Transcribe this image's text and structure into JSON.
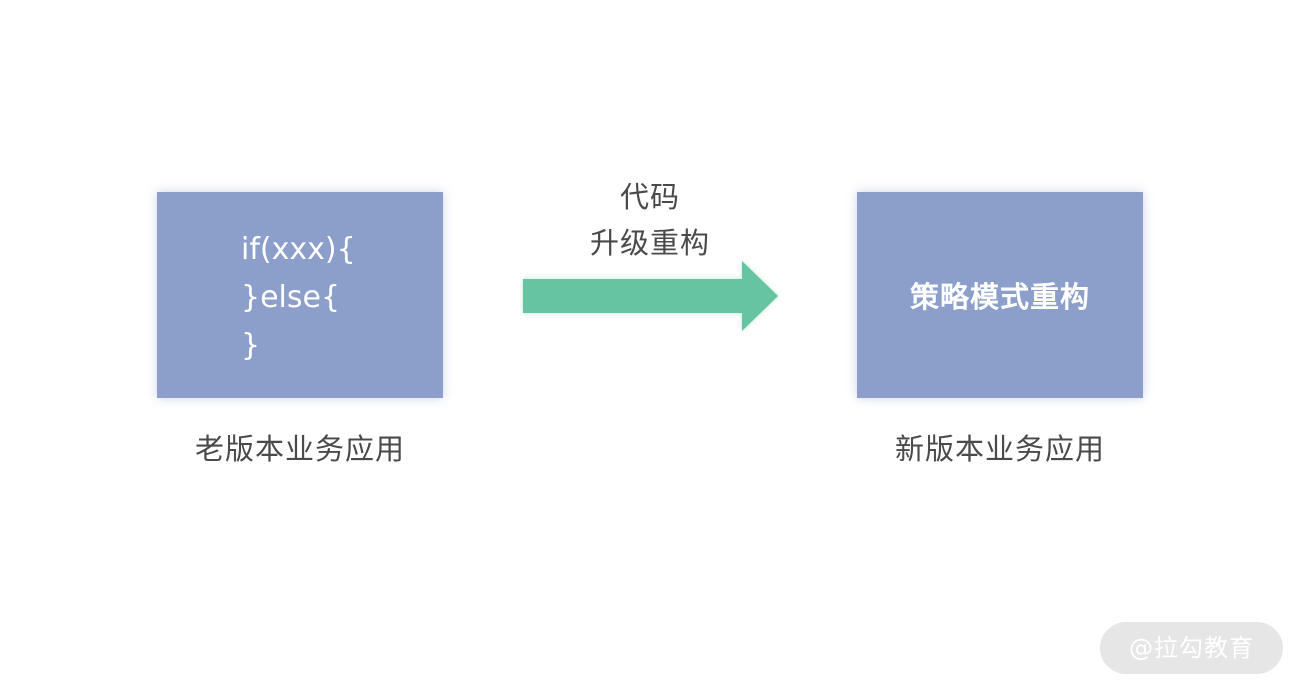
{
  "old_app": {
    "code_lines": [
      "if(xxx){",
      "}else{",
      "}"
    ],
    "caption": "老版本业务应用"
  },
  "transition": {
    "label_line1": "代码",
    "label_line2": "升级重构",
    "arrow_color": "#66c4a2"
  },
  "new_app": {
    "box_label": "策略模式重构",
    "caption": "新版本业务应用"
  },
  "colors": {
    "box_fill": "#8c9fca",
    "caption_text": "#4a4a4a"
  },
  "watermark": {
    "text": "@拉勾教育"
  }
}
